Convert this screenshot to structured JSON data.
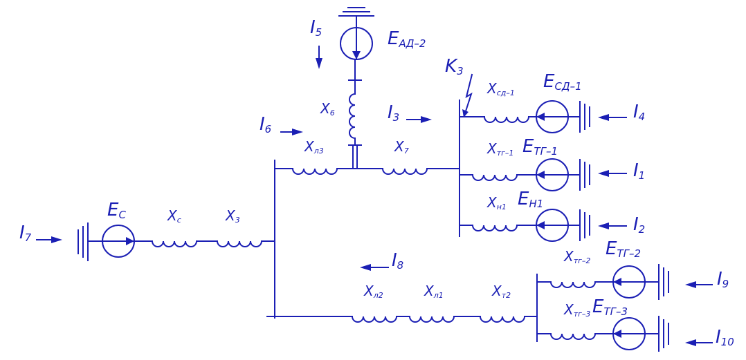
{
  "labels": {
    "ead2": {
      "main": "E",
      "sub": "АД–2"
    },
    "esd1": {
      "main": "E",
      "sub": "СД–1"
    },
    "etg1": {
      "main": "E",
      "sub": "ТГ–1"
    },
    "en1": {
      "main": "E",
      "sub": "Н1"
    },
    "etg2": {
      "main": "E",
      "sub": "ТГ–2"
    },
    "etg3": {
      "main": "E",
      "sub": "ТГ–3"
    },
    "ec": {
      "main": "E",
      "sub": "С"
    },
    "k3": {
      "main": "K",
      "sub": "3"
    },
    "x6": {
      "main": "X",
      "sub": "6"
    },
    "xl3": {
      "main": "X",
      "sub": "л3"
    },
    "x7": {
      "main": "X",
      "sub": "7"
    },
    "xsd1": {
      "main": "X",
      "sub": "сд–1"
    },
    "xtg1": {
      "main": "X",
      "sub": "тг–1"
    },
    "xn1": {
      "main": "X",
      "sub": "н1"
    },
    "xc": {
      "main": "X",
      "sub": "с"
    },
    "x3": {
      "main": "X",
      "sub": "3"
    },
    "xtg2": {
      "main": "X",
      "sub": "тг–2"
    },
    "xtg3": {
      "main": "X",
      "sub": "тг–3"
    },
    "xl2": {
      "main": "X",
      "sub": "л2"
    },
    "xl1": {
      "main": "X",
      "sub": "л1"
    },
    "xt2": {
      "main": "X",
      "sub": "т2"
    },
    "i1": {
      "main": "I",
      "sub": "1"
    },
    "i2": {
      "main": "I",
      "sub": "2"
    },
    "i3": {
      "main": "I",
      "sub": "3"
    },
    "i4": {
      "main": "I",
      "sub": "4"
    },
    "i5": {
      "main": "I",
      "sub": "5"
    },
    "i6": {
      "main": "I",
      "sub": "6"
    },
    "i7": {
      "main": "I",
      "sub": "7"
    },
    "i8": {
      "main": "I",
      "sub": "8"
    },
    "i9": {
      "main": "I",
      "sub": "9"
    },
    "i10": {
      "main": "I",
      "sub": "10"
    }
  },
  "colors": {
    "line": "#1b1fb4",
    "background": "#ffffff"
  }
}
